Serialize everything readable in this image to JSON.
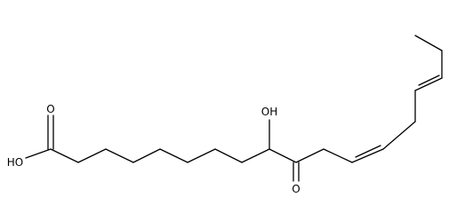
{
  "molecule": {
    "atom_labels": {
      "acid_carbonyl_oxygen": "O",
      "acid_hydroxyl": "HO",
      "alcohol_hydroxyl": "OH",
      "ketone_oxygen": "O"
    }
  },
  "colors": {
    "bond": "#000000",
    "label": "#000000",
    "background": "#ffffff"
  }
}
